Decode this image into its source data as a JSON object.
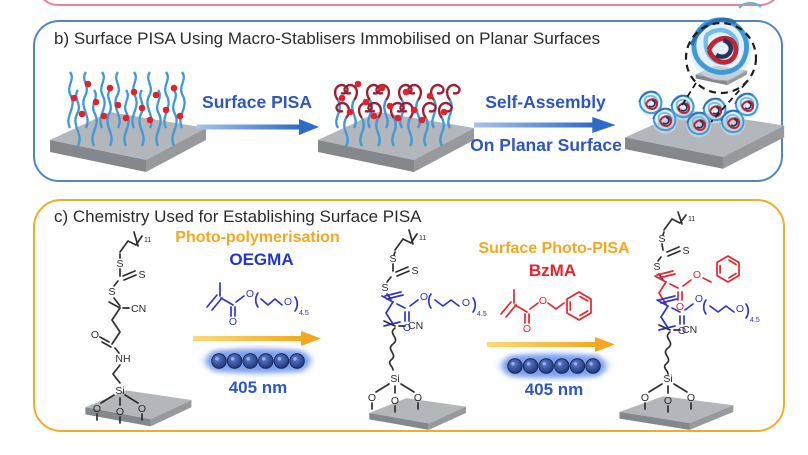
{
  "panel_b": {
    "title": "b) Surface PISA Using Macro-Stablisers Immobilised on Planar Surfaces",
    "step1_label": "Surface PISA",
    "step2_label_line1": "Self-Assembly",
    "step2_label_line2": "On Planar Surface"
  },
  "panel_c": {
    "title": "c) Chemistry Used for Establishing Surface PISA",
    "reaction1": {
      "name": "Photo-polymerisation",
      "monomer": "OEGMA",
      "wavelength": "405 nm"
    },
    "reaction2": {
      "name": "Surface Photo-PISA",
      "monomer": "BzMA",
      "wavelength": "405 nm"
    }
  },
  "atoms": {
    "S": "S",
    "O": "O",
    "NH": "NH",
    "CN": "CN",
    "Si": "Si"
  },
  "subscripts": {
    "alkyl_repeat": "11",
    "oeg_repeat": "4.5"
  },
  "colors": {
    "panel_a_border": "#ed8296",
    "panel_b_border": "#4d85c6",
    "panel_c_border": "#f3ac28",
    "blue_label": "#2d56c0",
    "orange_label": "#f5a81f",
    "red_label": "#e8232b",
    "chain_blue": "#3e9bd8",
    "chain_dark_red": "#9b2136",
    "dot_red": "#e32127",
    "structure_blue": "#2d35cc",
    "structure_red": "#e8232b",
    "arrow_yellow": "#f5a81f",
    "arrow_blue": "#2e6bc4",
    "led_navy": "#152a66",
    "slab_gray": "#a7aaae"
  }
}
